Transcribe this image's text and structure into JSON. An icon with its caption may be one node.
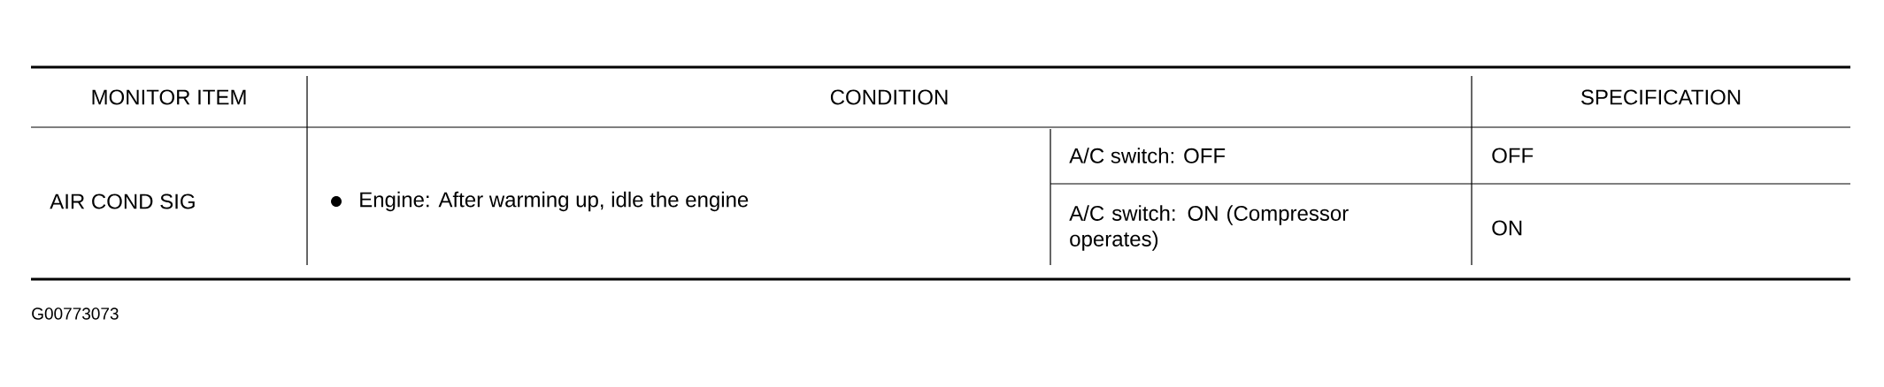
{
  "diagram": {
    "labels": [
      "MONITOR ITEM",
      "CONDITION",
      "SPECIFICATION",
      "AIR COND SIG",
      "Engine: After warming up, idle the engine",
      "A/C switch: OFF",
      "OFF",
      "A/C switch: ON (Compressor operates)",
      "ON",
      "G00773073"
    ]
  }
}
